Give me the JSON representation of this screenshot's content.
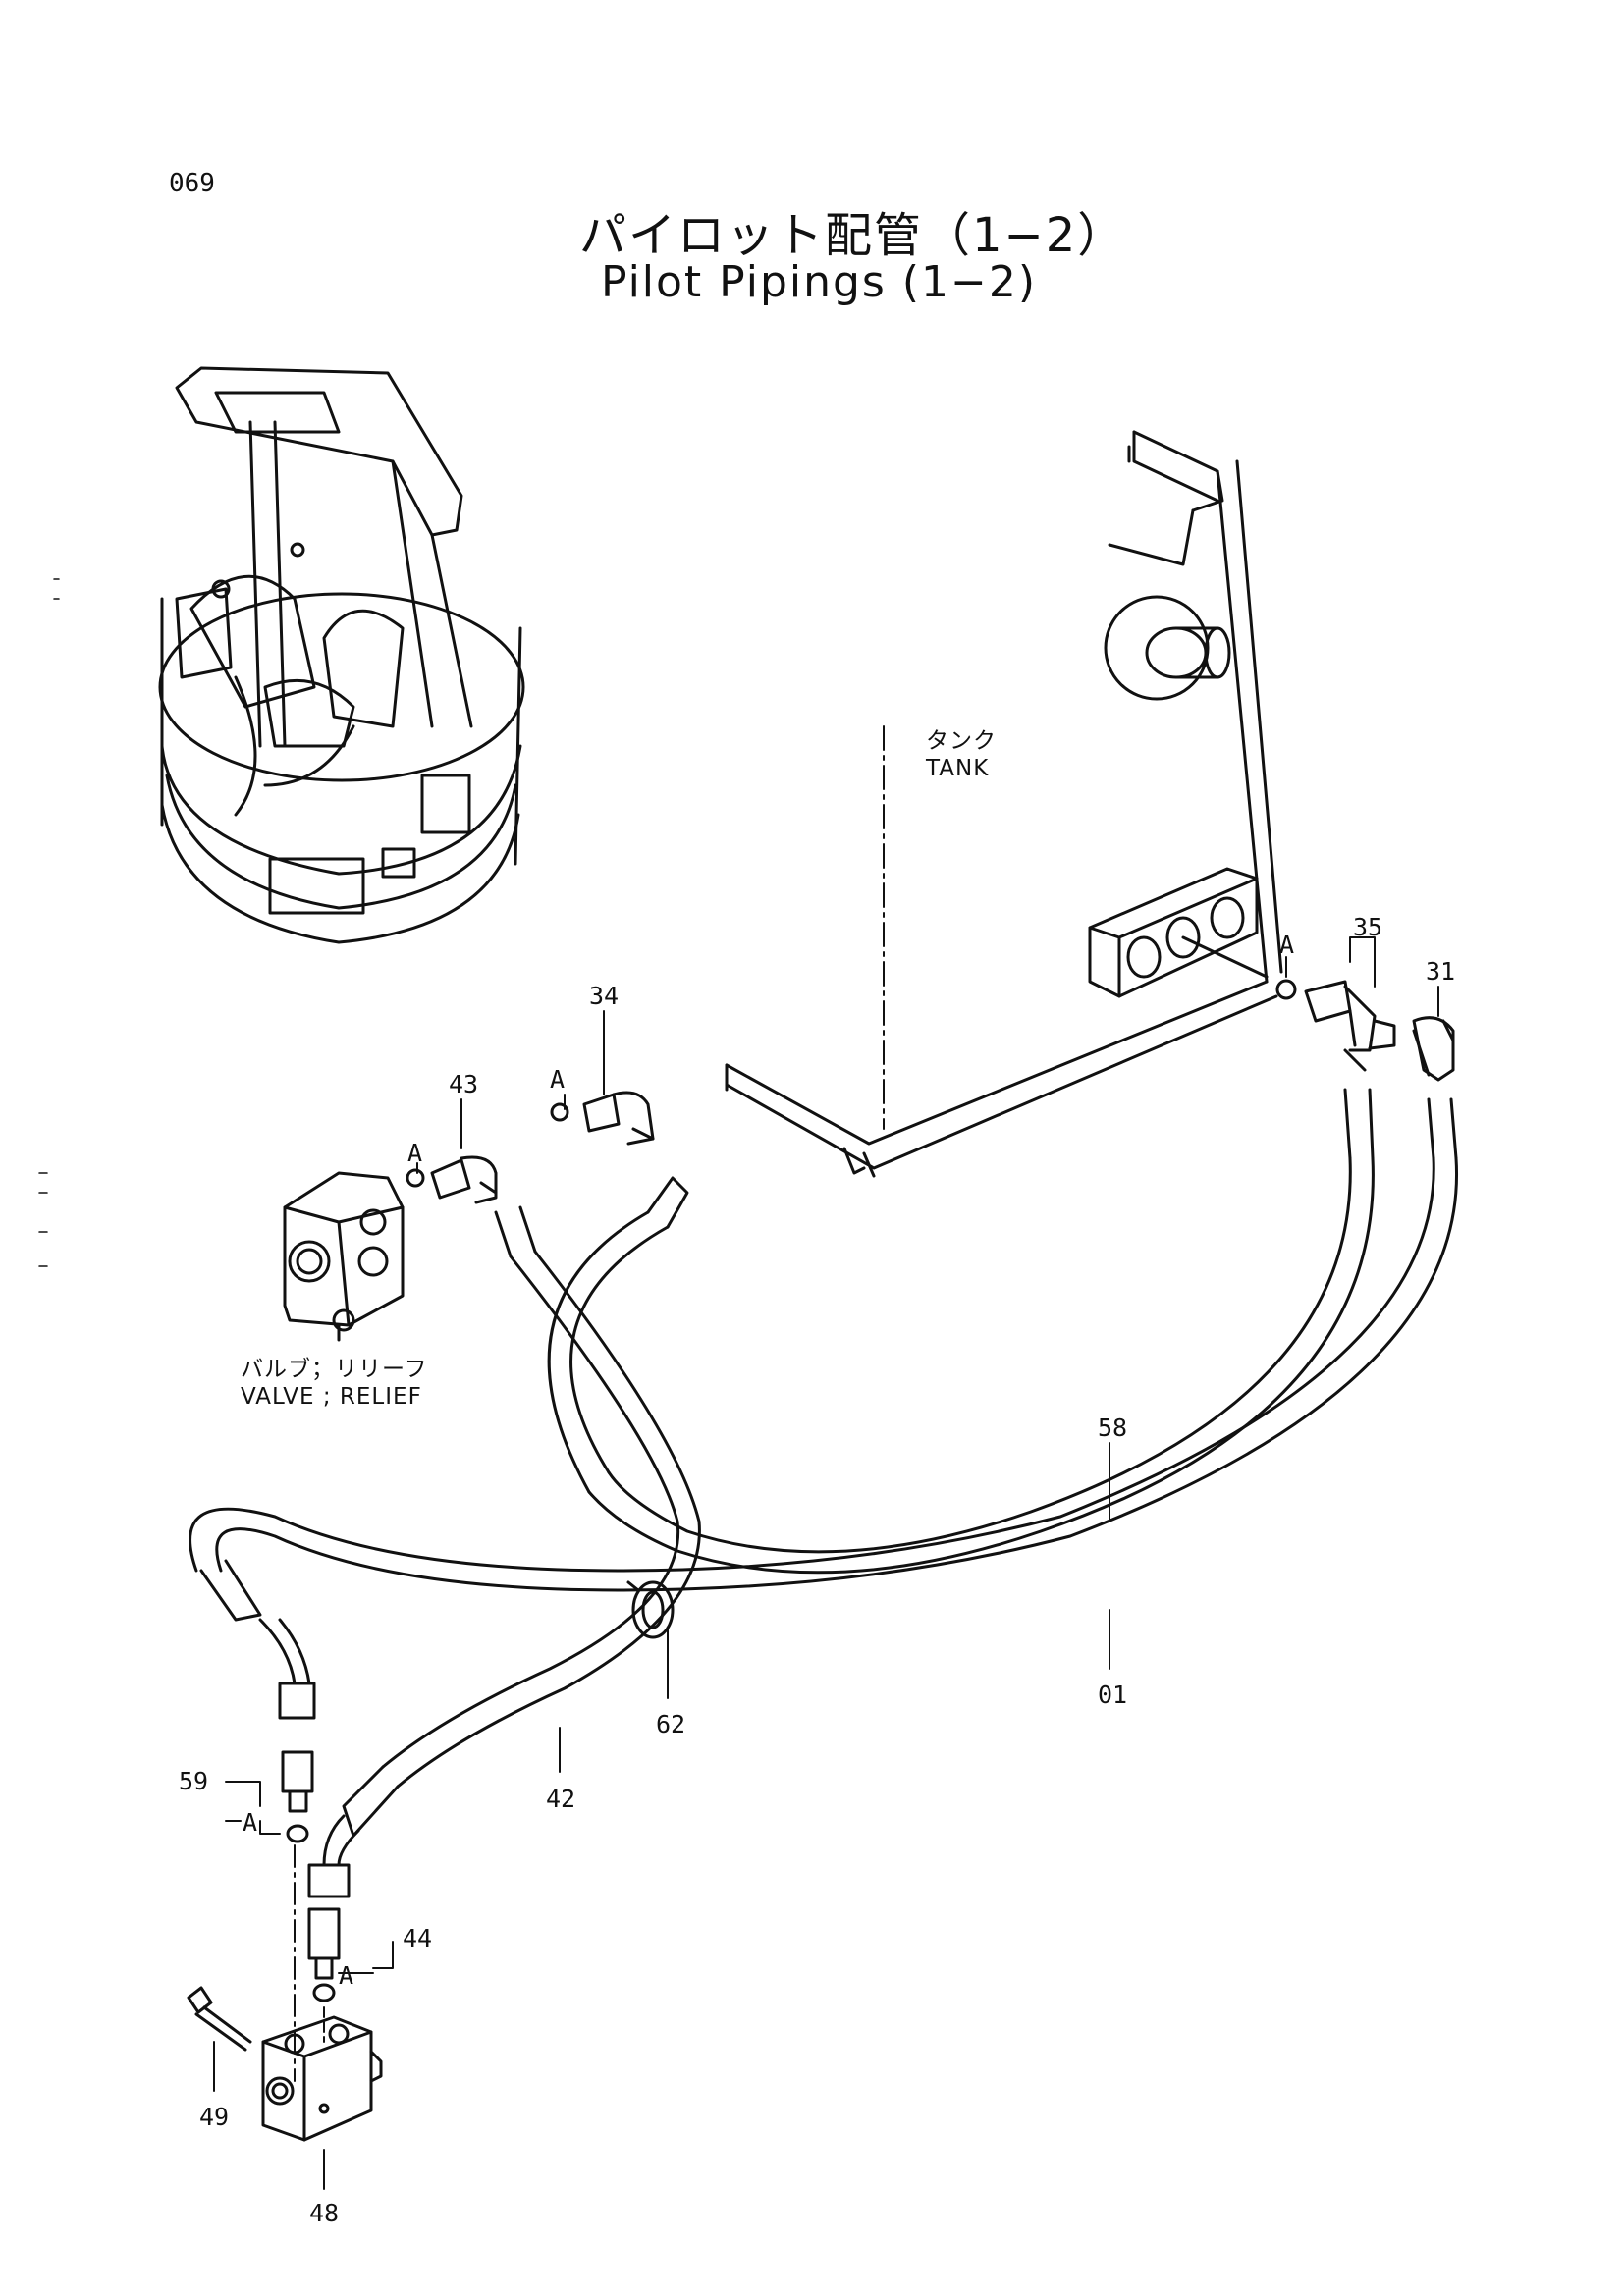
{
  "header": {
    "page_number": "069",
    "title_jp": "パイロット配管（1−2）",
    "title_en": "Pilot Pipings (1−2)"
  },
  "labels": {
    "tank_jp": "タンク",
    "tank_en": "TANK",
    "valve_jp": "バルブ；リリーフ",
    "valve_en": "VALVE ; RELIEF"
  },
  "callouts": {
    "p35": "35",
    "p31": "31",
    "p34": "34",
    "p43": "43",
    "p58": "58",
    "p01": "01",
    "p62": "62",
    "p42": "42",
    "p59": "59",
    "p44": "44",
    "p49": "49",
    "p48": "48",
    "a1": "A",
    "a2": "A",
    "a3": "A",
    "a4": "A",
    "a5": "A"
  }
}
